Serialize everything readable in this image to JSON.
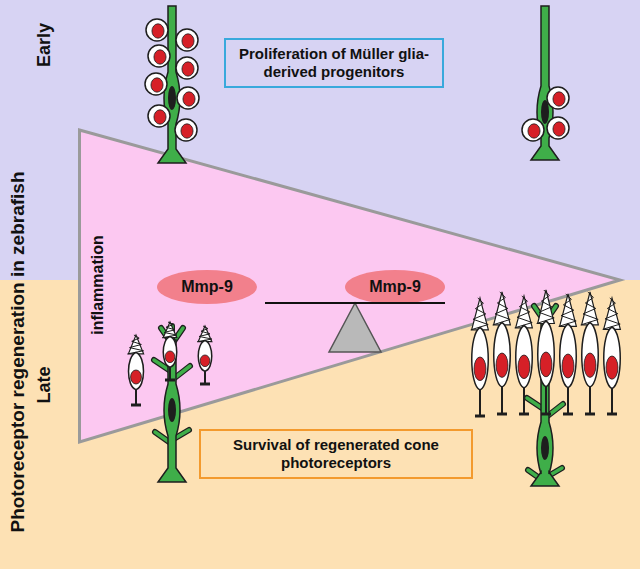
{
  "diagram": {
    "nodes": [
      {
        "text": [
          "Early"
        ]
      },
      {
        "text": [
          "Proliferation of Müller glia-derived progenitors"
        ],
        "in": 0
      },
      {
        "text": [
          "Late"
        ]
      },
      {
        "text": [
          "Survival of regenerated cone photoreceptors"
        ],
        "in": 2
      },
      {
        "text": [
          "inflammation"
        ]
      },
      {
        "text": [
          "Mmp-9"
        ],
        "in": 4
      },
      {
        "text": [
          "Mmp-9"
        ],
        "in": 4
      }
    ],
    "labels": [
      "Photoreceptor regeneration in zebrafish"
    ]
  }
}
